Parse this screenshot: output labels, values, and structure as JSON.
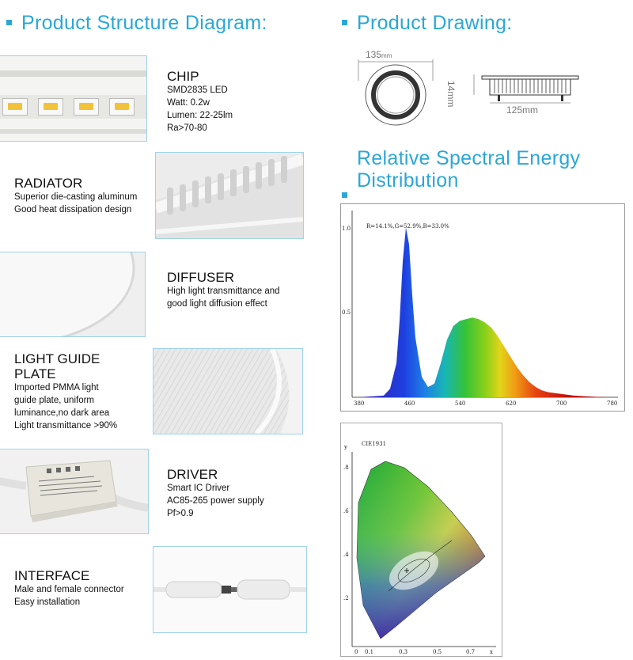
{
  "headings": {
    "structure": "Product Structure Diagram:",
    "drawing": "Product Drawing:",
    "spectral": [
      "Relative Spectral Energy",
      "Distribution"
    ]
  },
  "components": [
    {
      "title": [
        "CHIP"
      ],
      "lines": [
        "SMD2835 LED",
        "Watt: 0.2w",
        "Lumen: 22-25lm",
        "Ra>70-80"
      ]
    },
    {
      "title": [
        "RADIATOR"
      ],
      "lines": [
        "Superior die-casting aluminum",
        "Good heat dissipation design"
      ]
    },
    {
      "title": [
        "DIFFUSER"
      ],
      "lines": [
        "High light transmittance and",
        "good light diffusion effect"
      ]
    },
    {
      "title": [
        "LIGHT GUIDE",
        "PLATE"
      ],
      "lines": [
        "Imported PMMA light",
        "guide plate, uniform",
        "luminance,no dark area",
        "Light transmittance >90%"
      ]
    },
    {
      "title": [
        "DRIVER"
      ],
      "lines": [
        "Smart IC Driver",
        "AC85-265 power supply",
        "Pf>0.9"
      ]
    },
    {
      "title": [
        "INTERFACE"
      ],
      "lines": [
        "Male and female connector",
        "Easy installation"
      ]
    }
  ],
  "drawing": {
    "top_width": "135",
    "top_unit": "mm",
    "height": "14mm",
    "bottom_width": "125mm"
  },
  "spectrum": {
    "annotation": "R=14.1%,G=52.9%,B=33.0%",
    "y_ticks": [
      "1.0",
      "0.5"
    ],
    "x_ticks": [
      "380",
      "460",
      "540",
      "620",
      "700",
      "780"
    ]
  },
  "cie": {
    "title": "CIE1931",
    "y_label": "y",
    "x_label": "x",
    "y_ticks": [
      ".8",
      ".6",
      ".4",
      ".2"
    ],
    "x_ticks": [
      "0",
      "0.1",
      "0.3",
      "0.5",
      "0.7"
    ]
  },
  "chart_data": [
    {
      "type": "area",
      "title": "",
      "xlabel": "",
      "ylabel": "",
      "xlim": [
        380,
        780
      ],
      "ylim": [
        0,
        1.1
      ],
      "x": [
        380,
        420,
        430,
        440,
        445,
        450,
        455,
        460,
        465,
        470,
        480,
        490,
        500,
        510,
        520,
        530,
        540,
        550,
        560,
        570,
        580,
        590,
        600,
        610,
        620,
        630,
        640,
        650,
        660,
        670,
        680,
        700,
        720,
        740,
        760,
        780
      ],
      "series": [
        {
          "values": [
            0,
            0.01,
            0.05,
            0.2,
            0.45,
            0.8,
            1.0,
            0.9,
            0.6,
            0.35,
            0.12,
            0.06,
            0.08,
            0.2,
            0.34,
            0.42,
            0.45,
            0.46,
            0.47,
            0.46,
            0.44,
            0.41,
            0.36,
            0.3,
            0.24,
            0.18,
            0.13,
            0.09,
            0.06,
            0.04,
            0.03,
            0.02,
            0.01,
            0.005,
            0.002,
            0
          ]
        }
      ]
    }
  ]
}
